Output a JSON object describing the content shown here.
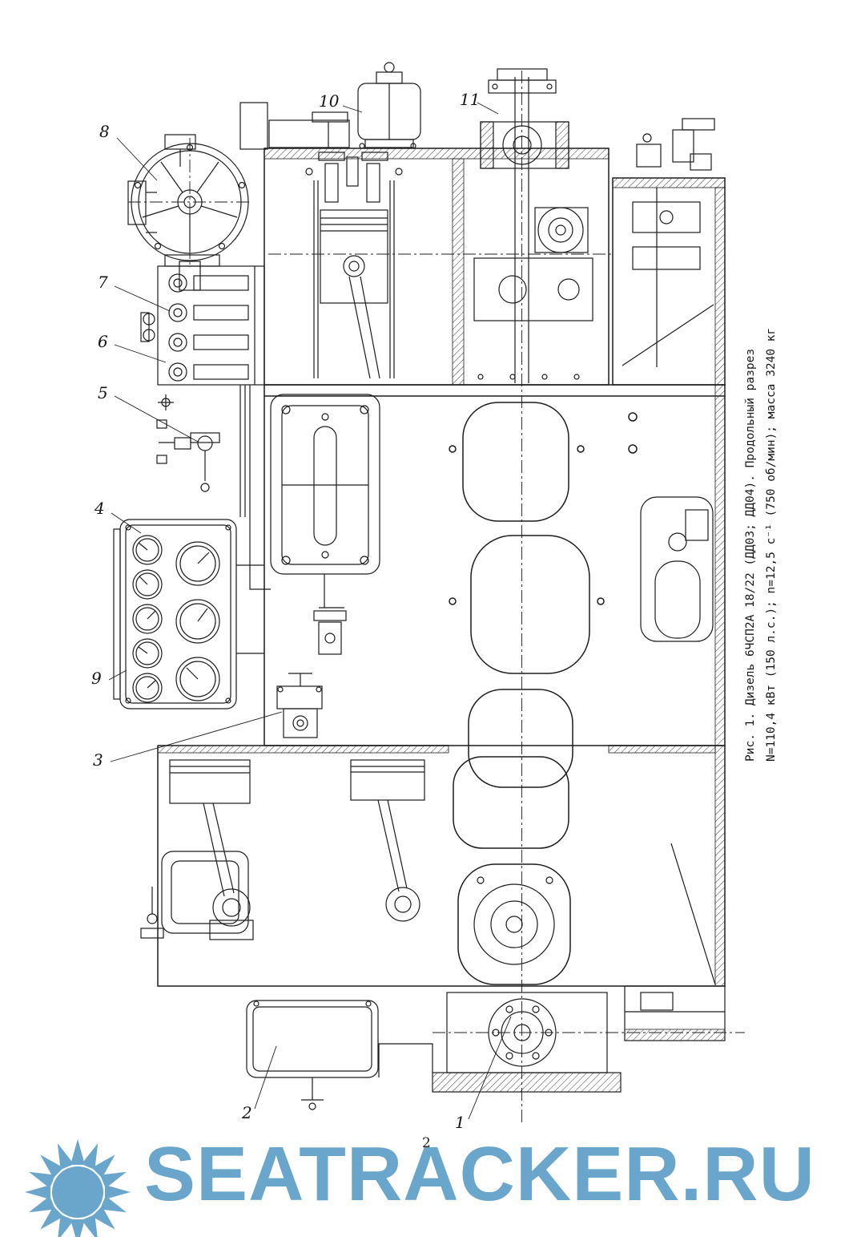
{
  "page": {
    "number": "2"
  },
  "figure": {
    "caption_line1": "Рис. 1. Дизель 6ЧСП2А 18/22 (ДД03; ДД04). Продольный разрез",
    "caption_line2": "N=110,4 кВт (150 л.с.); n=12,5 с⁻¹ (750 об/мин); масса 3240 кг"
  },
  "part_labels": [
    "1",
    "2",
    "3",
    "4",
    "5",
    "6",
    "7",
    "8",
    "9",
    "10",
    "11"
  ],
  "watermark": {
    "text": "SEATRACKER.RU",
    "color": "#6aa6cb"
  },
  "colors": {
    "ink": "#1c1c1c",
    "paper": "#ffffff",
    "watermark_blue": "#6aa6cb"
  }
}
